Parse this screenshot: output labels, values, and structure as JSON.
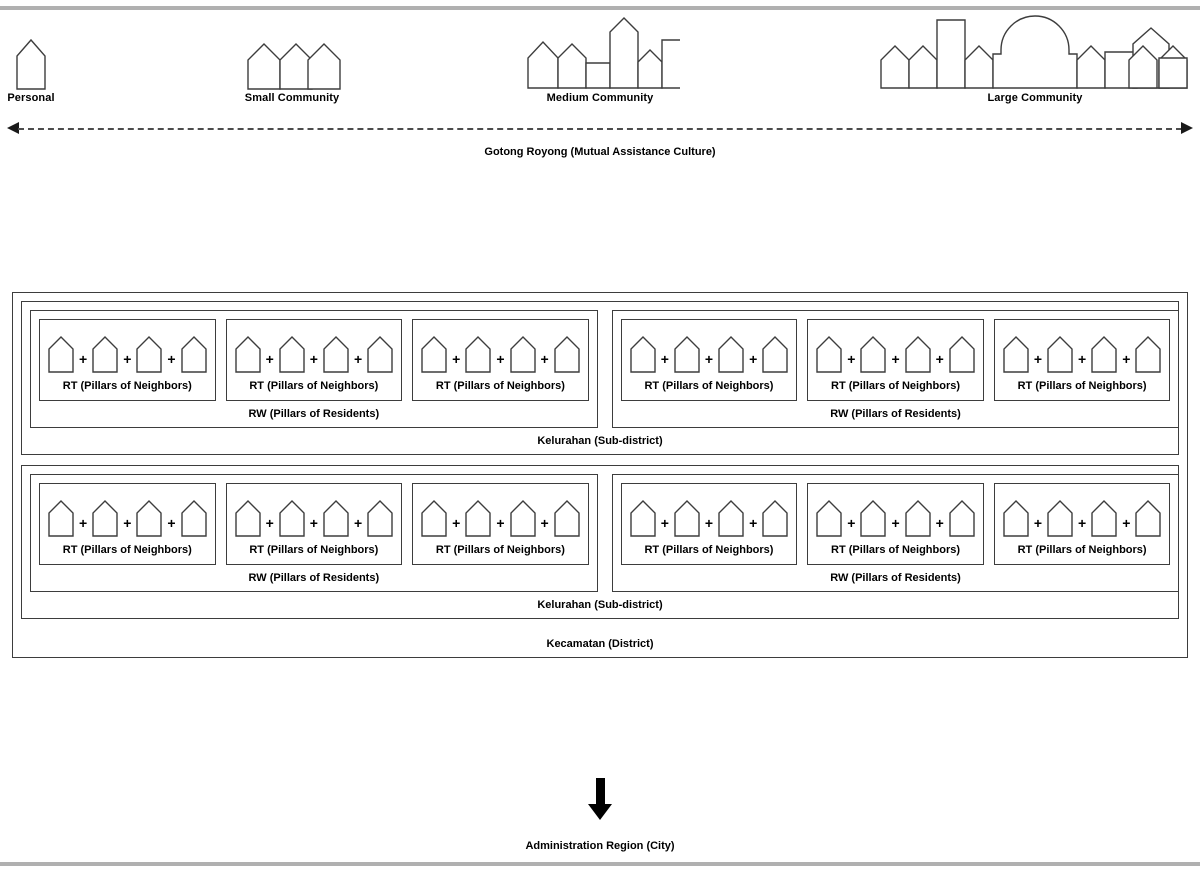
{
  "scale": {
    "axis_label": "Gotong Royong (Mutual Assistance Culture)",
    "items": [
      {
        "label": "Personal",
        "icon": "single-house-icon",
        "buildings": 1
      },
      {
        "label": "Small Community",
        "icon": "three-houses-icon",
        "buildings": 3
      },
      {
        "label": "Medium Community",
        "icon": "town-skyline-icon",
        "buildings": 6
      },
      {
        "label": "Large Community",
        "icon": "city-skyline-icon",
        "buildings": 11
      }
    ]
  },
  "hierarchy": {
    "kecamatan_label": "Kecamatan (District)",
    "kelurahan_label": "Kelurahan (Sub-district)",
    "rw_label": "RW (Pillars of Residents)",
    "rt_label": "RT (Pillars of Neighbors)",
    "houses_per_rt": 4,
    "rts_per_rw": 3,
    "rws_per_kelurahan": 2,
    "kelurahans_per_kecamatan": 2,
    "plus_symbol": "+",
    "kelurahans": [
      {
        "label": "Kelurahan (Sub-district)",
        "rws": [
          {
            "label": "RW (Pillars of Residents)",
            "rts": [
              {
                "label": "RT (Pillars of Neighbors)"
              },
              {
                "label": "RT (Pillars of Neighbors)"
              },
              {
                "label": "RT (Pillars of Neighbors)"
              }
            ]
          },
          {
            "label": "RW (Pillars of Residents)",
            "rts": [
              {
                "label": "RT (Pillars of Neighbors)"
              },
              {
                "label": "RT (Pillars of Neighbors)"
              },
              {
                "label": "RT (Pillars of Neighbors)"
              }
            ]
          }
        ]
      },
      {
        "label": "Kelurahan (Sub-district)",
        "rws": [
          {
            "label": "RW (Pillars of Residents)",
            "rts": [
              {
                "label": "RT (Pillars of Neighbors)"
              },
              {
                "label": "RT (Pillars of Neighbors)"
              },
              {
                "label": "RT (Pillars of Neighbors)"
              }
            ]
          },
          {
            "label": "RW (Pillars of Residents)",
            "rts": [
              {
                "label": "RT (Pillars of Neighbors)"
              },
              {
                "label": "RT (Pillars of Neighbors)"
              },
              {
                "label": "RT (Pillars of Neighbors)"
              }
            ]
          }
        ]
      }
    ]
  },
  "footer": {
    "label": "Administration Region (City)",
    "arrow": "down-arrow-icon"
  },
  "colors": {
    "stroke": "#3d3d3d",
    "text": "#000000",
    "rule": "#b0b0b0",
    "arrow": "#000000",
    "dash": "#4d4d4d"
  }
}
